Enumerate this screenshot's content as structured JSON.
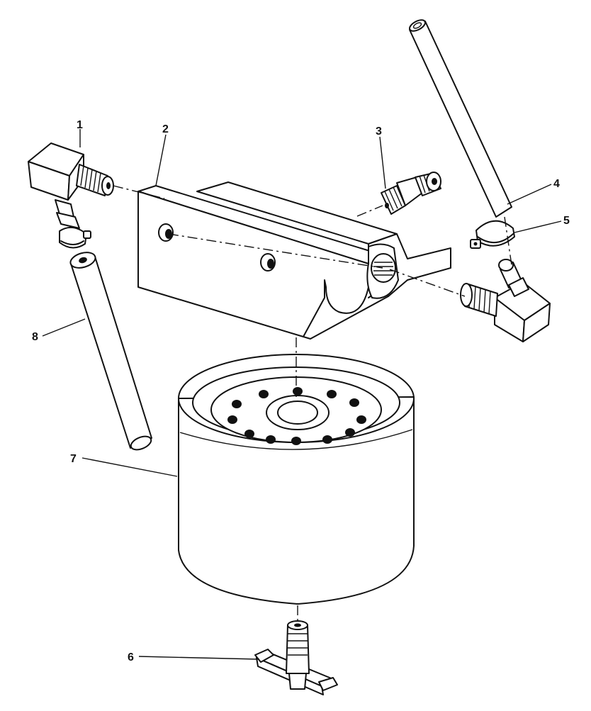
{
  "callouts": [
    {
      "id": "1",
      "label": "1",
      "part": "elbow-fitting-left"
    },
    {
      "id": "2",
      "label": "2",
      "part": "filter-mounting-bracket"
    },
    {
      "id": "3",
      "label": "3",
      "part": "adapter-fitting"
    },
    {
      "id": "4",
      "label": "4",
      "part": "hose-right"
    },
    {
      "id": "5",
      "label": "5",
      "part": "hose-clamp"
    },
    {
      "id": "6",
      "label": "6",
      "part": "drain-valve"
    },
    {
      "id": "7",
      "label": "7",
      "part": "oil-filter"
    },
    {
      "id": "8",
      "label": "8",
      "part": "hose-left"
    }
  ]
}
